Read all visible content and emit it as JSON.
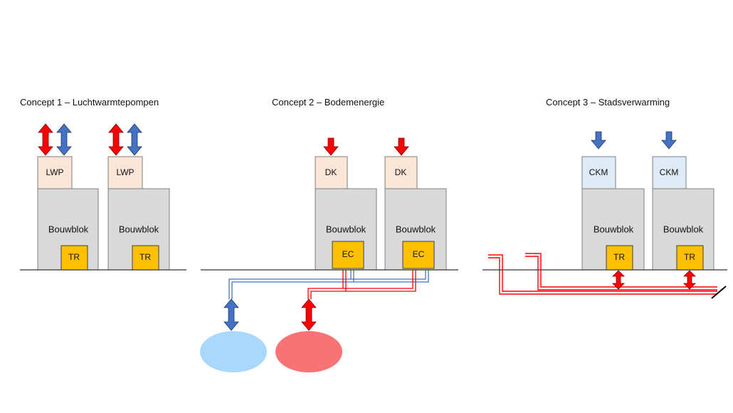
{
  "concepts": [
    {
      "title": "Concept 1 – Luchtwarmtepompen",
      "unit_label": "LWP",
      "block_label": "Bouwblok",
      "tech_label": "TR"
    },
    {
      "title": "Concept 2 – Bodemenergie",
      "unit_label": "DK",
      "block_label": "Bouwblok",
      "tech_label": "EC"
    },
    {
      "title": "Concept 3 – Stadsverwarming",
      "unit_label": "CKM",
      "block_label": "Bouwblok",
      "tech_label": "TR"
    }
  ],
  "colors": {
    "red_arrow": "#ff0000",
    "blue_arrow": "#4472c4",
    "cold_source": "#a9d8ff",
    "warm_source": "#f87373",
    "tech_box": "#ffc000",
    "block": "#d9d9d9",
    "lwp_box": "#fbe5d6",
    "ckm_box": "#deebf7"
  }
}
